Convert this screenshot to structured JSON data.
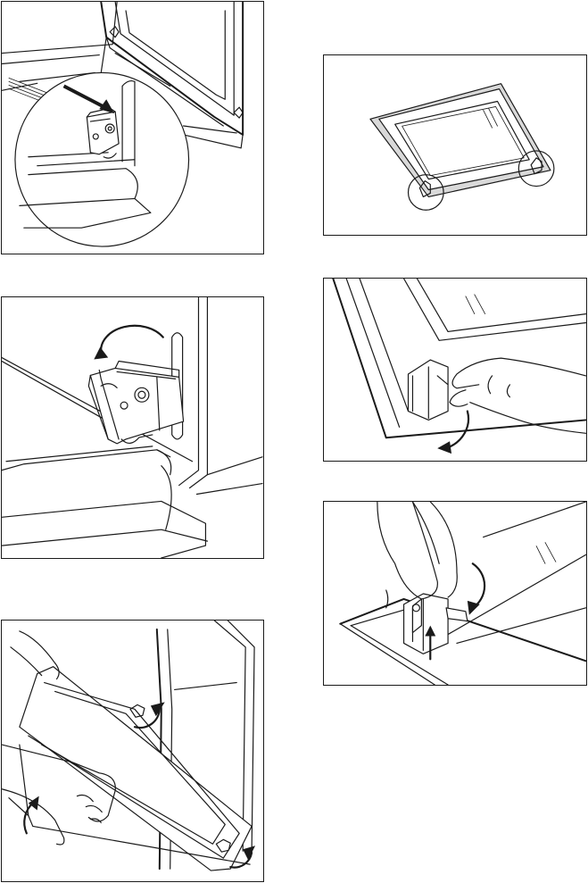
{
  "page": {
    "background": "#ffffff",
    "line_color": "#1a1a1a"
  },
  "illustrations": [
    {
      "id": "hinge-arrow-detail",
      "icon": "hinge-detail-magnified-icon"
    },
    {
      "id": "hinge-lever-rotate",
      "icon": "rotate-counterclockwise-arrow-icon"
    },
    {
      "id": "door-lift-off",
      "icon": "door-tilt-arrow-icon"
    },
    {
      "id": "door-frame-corners",
      "icon": "magnify-circle-icon"
    },
    {
      "id": "clip-release",
      "icon": "curved-down-arrow-icon"
    },
    {
      "id": "clip-push-in",
      "icon": "up-arrow-icon"
    }
  ]
}
